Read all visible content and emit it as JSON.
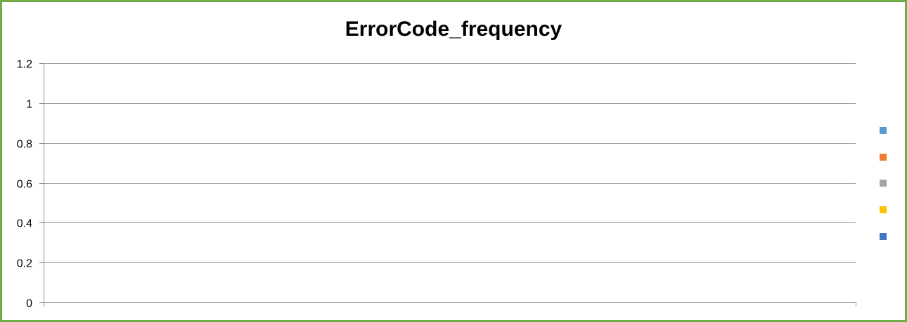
{
  "chart_data": {
    "type": "bar",
    "title": "ErrorCode_frequency",
    "xlabel": "",
    "ylabel": "",
    "ylim": [
      0,
      1.2
    ],
    "yticks": [
      "0",
      "0.2",
      "0.4",
      "0.6",
      "0.8",
      "1",
      "1.2"
    ],
    "categories": [],
    "series": [
      {
        "values": [],
        "color": "#5b9bd5"
      },
      {
        "values": [],
        "color": "#ed7d31"
      },
      {
        "values": [],
        "color": "#a5a5a5"
      },
      {
        "values": [],
        "color": "#ffc000"
      },
      {
        "values": [],
        "color": "#4472c4"
      }
    ],
    "grid": true,
    "legend": "right"
  },
  "colors": {
    "frame_border": "#70ad47",
    "gridline": "#a0a0a0",
    "axis": "#8c8c8c"
  }
}
